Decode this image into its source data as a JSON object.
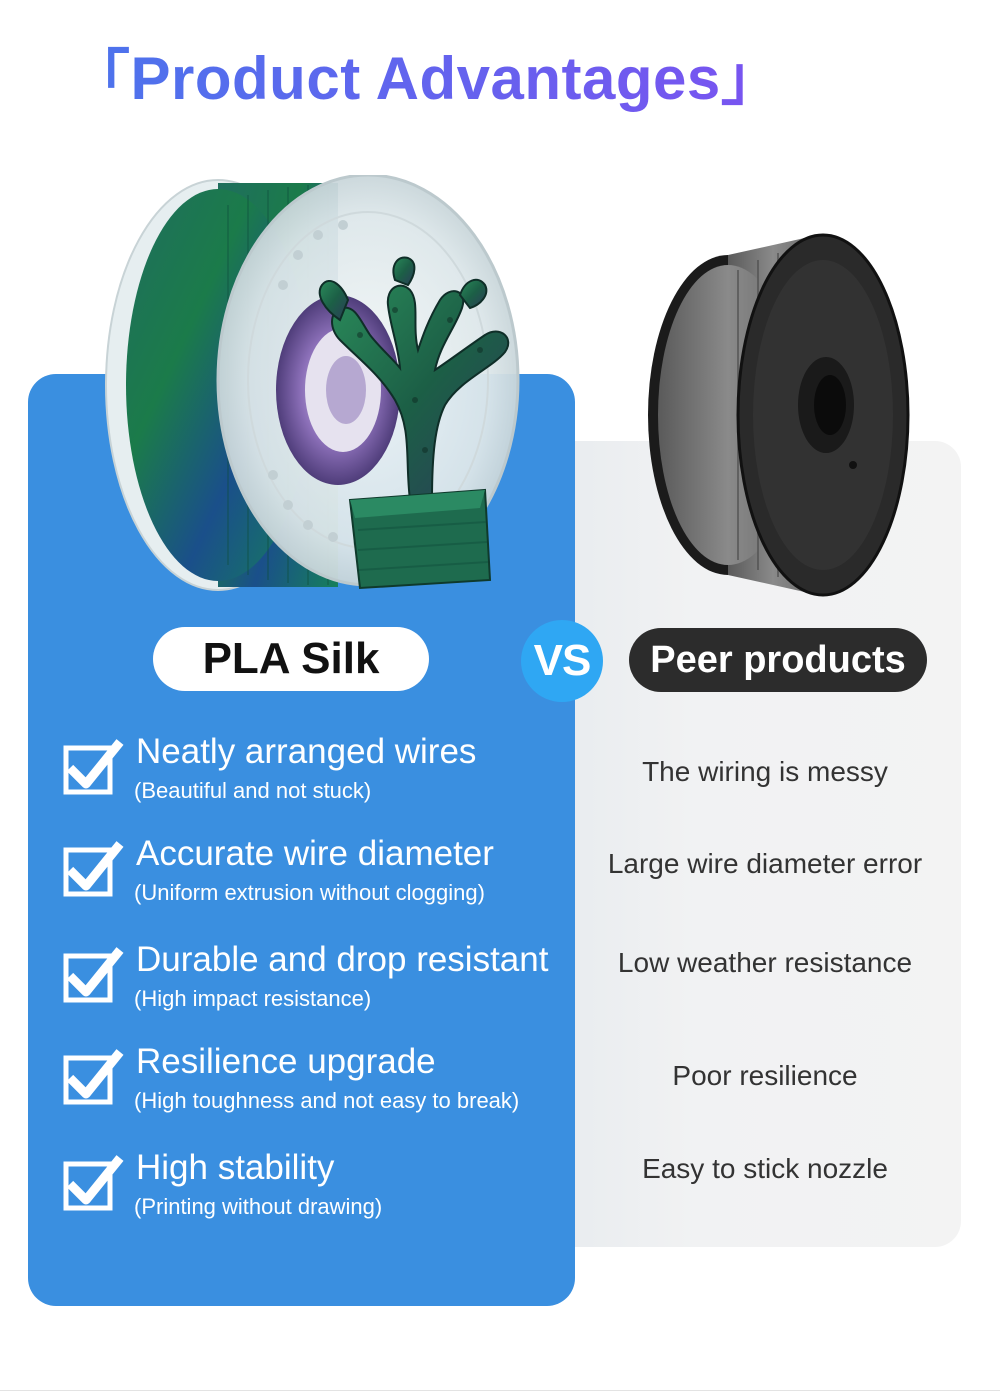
{
  "title": "「Product Advantages」",
  "colors": {
    "silk_panel": "#3a8fe0",
    "vs_badge": "#2fa7f3",
    "peer_pill": "#2c2c2c",
    "title_gradient_start": "#4b74ec",
    "title_gradient_end": "#7a53f0"
  },
  "left": {
    "label": "PLA Silk",
    "features": [
      {
        "title": "Neatly arranged wires",
        "subtitle": "(Beautiful and not stuck)"
      },
      {
        "title": "Accurate wire diameter",
        "subtitle": "(Uniform extrusion without clogging)"
      },
      {
        "title": "Durable and drop resistant",
        "subtitle": "(High impact resistance)"
      },
      {
        "title": "Resilience upgrade",
        "subtitle": "(High toughness and not easy to break)"
      },
      {
        "title": "High stability",
        "subtitle": "(Printing without drawing)"
      }
    ]
  },
  "vs_label": "VS",
  "right": {
    "label": "Peer products",
    "items": [
      "The wiring is messy",
      "Large wire diameter error",
      "Low weather resistance",
      "Poor resilience",
      "Easy to stick nozzle"
    ]
  }
}
